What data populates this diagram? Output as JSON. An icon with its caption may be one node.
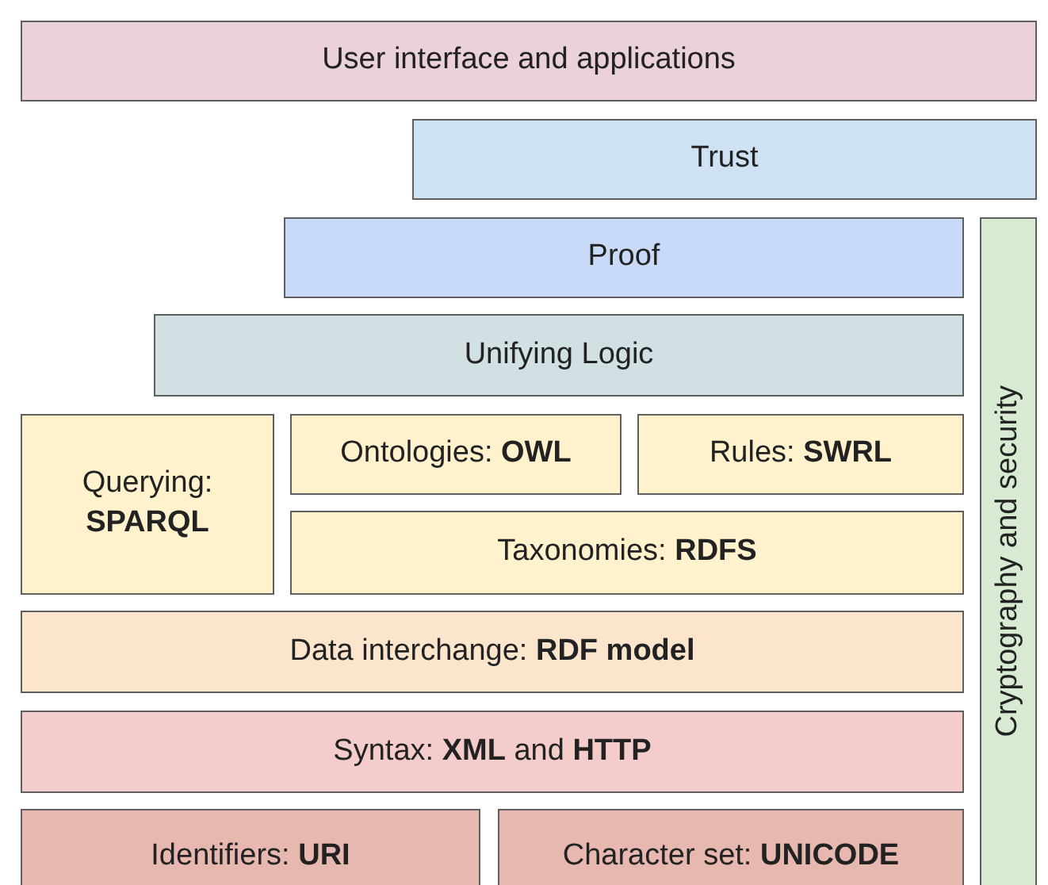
{
  "diagram": {
    "nodes": [
      {
        "text": [
          "User interface and applications"
        ]
      },
      {
        "text": [
          "Trust"
        ]
      },
      {
        "text": [
          "Proof"
        ]
      },
      {
        "text": [
          "Unifying Logic"
        ]
      },
      {
        "text": [
          "Querying: **SPARQL**"
        ]
      },
      {
        "text": [
          "Ontologies: **OWL**"
        ]
      },
      {
        "text": [
          "Rules: **SWRL**"
        ]
      },
      {
        "text": [
          "Taxonomies: **RDFS**"
        ]
      },
      {
        "text": [
          "Data interchange: **RDF model**"
        ]
      },
      {
        "text": [
          "Syntax: **XML** and **HTTP**"
        ]
      },
      {
        "text": [
          "Identifiers: **URI**"
        ]
      },
      {
        "text": [
          "Character set: **UNICODE**"
        ]
      },
      {
        "text": [
          "Cryptography and security"
        ]
      }
    ]
  }
}
